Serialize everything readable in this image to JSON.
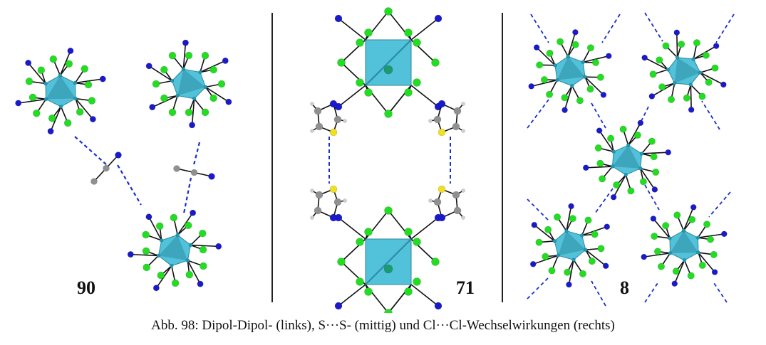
{
  "panels": [
    {
      "name": "dipole-dipole",
      "compound_label": "90"
    },
    {
      "name": "s-s",
      "compound_label": "71"
    },
    {
      "name": "cl-cl",
      "compound_label": "8"
    }
  ],
  "caption": "Abb. 98: Dipol-Dipol- (links), S···S- (mittig) und Cl···Cl-Wechselwirkungen (rechts)",
  "colors": {
    "cluster": "#3fbcd6",
    "chlorine": "#22dd22",
    "nitrogen": "#1a1acc",
    "sulfur": "#f0e020",
    "carbon": "#909090",
    "hydrogen": "#d0d0d0",
    "contact": "#1a2ecc"
  }
}
